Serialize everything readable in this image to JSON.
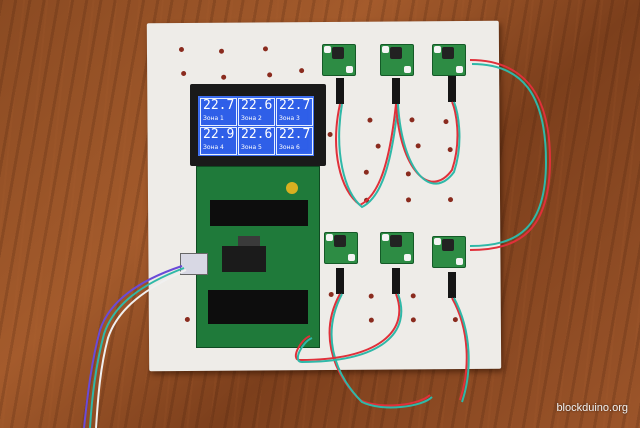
{
  "lcd": {
    "cells": [
      {
        "temp": "22.7",
        "zone": "Зона 1"
      },
      {
        "temp": "22.6",
        "zone": "Зона 2"
      },
      {
        "temp": "22.7",
        "zone": "Зона 3"
      },
      {
        "temp": "22.9",
        "zone": "Зона 4"
      },
      {
        "temp": "22.6",
        "zone": "Зона 5"
      },
      {
        "temp": "22.7",
        "zone": "Зона 6"
      }
    ]
  },
  "watermark": "blockduino.org",
  "colors": {
    "lcd_background": "#2f5fe8",
    "pcb": "#1f7a3a",
    "board": "#eeece8",
    "wood": "#8a4a22"
  }
}
